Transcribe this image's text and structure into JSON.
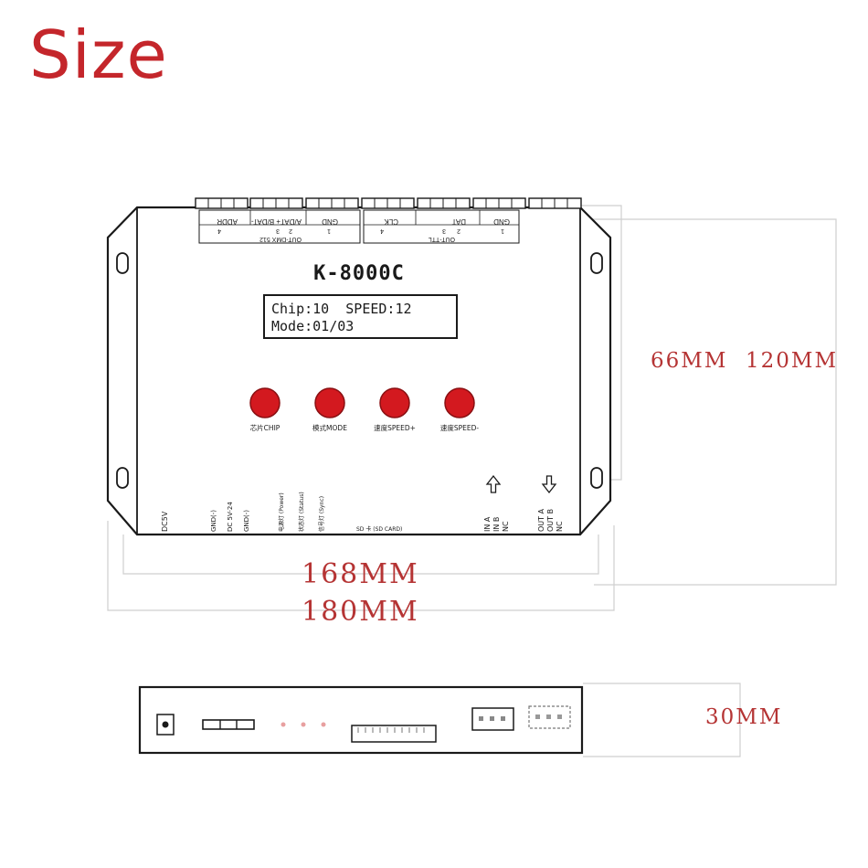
{
  "title": "Size",
  "colors": {
    "title_red": "#c4262b",
    "button_red": "#d3191f",
    "dimension_text": "#b53434",
    "outline": "#1a1a1a",
    "guide_line": "#cfcfcf"
  },
  "device": {
    "model": "K-8000C",
    "lcd_line1": "Chip:10  SPEED:12",
    "lcd_line2": "Mode:01/03",
    "buttons": [
      "芯片CHIP",
      "模式MODE",
      "速度SPEED+",
      "速度SPEED-"
    ],
    "dmx_pins": [
      "GND",
      "A/DAT+ B/DAT-",
      "ADDR"
    ],
    "dmx_numbers": [
      "1",
      "2",
      "3",
      "4"
    ],
    "dmx_label": "OUT-DMX 512",
    "ttl_pins": [
      "GND",
      "DAT",
      "CLK"
    ],
    "ttl_numbers": [
      "1",
      "2",
      "3",
      "4"
    ],
    "ttl_label": "OUT-TTL",
    "bottom_labels": {
      "dc": "DC5V",
      "power": [
        "GND(-)",
        "DC 5V-24",
        "GND(-)"
      ],
      "leds": [
        "电源灯 (Power)",
        "状态灯 (Status)",
        "信号灯 (Sync)"
      ],
      "sd": "SD 卡 (SD CARD)",
      "in_port": [
        "IN A",
        "IN B",
        "NC"
      ],
      "out_port": [
        "OUT A",
        "OUT B",
        "NC"
      ]
    },
    "arrows": {
      "in": "up-arrow-icon",
      "out": "down-arrow-icon"
    }
  },
  "dimensions": {
    "height_inner": "66MM",
    "height_outer": "120MM",
    "width_inner": "168MM",
    "width_outer": "180MM",
    "depth": "30MM"
  }
}
